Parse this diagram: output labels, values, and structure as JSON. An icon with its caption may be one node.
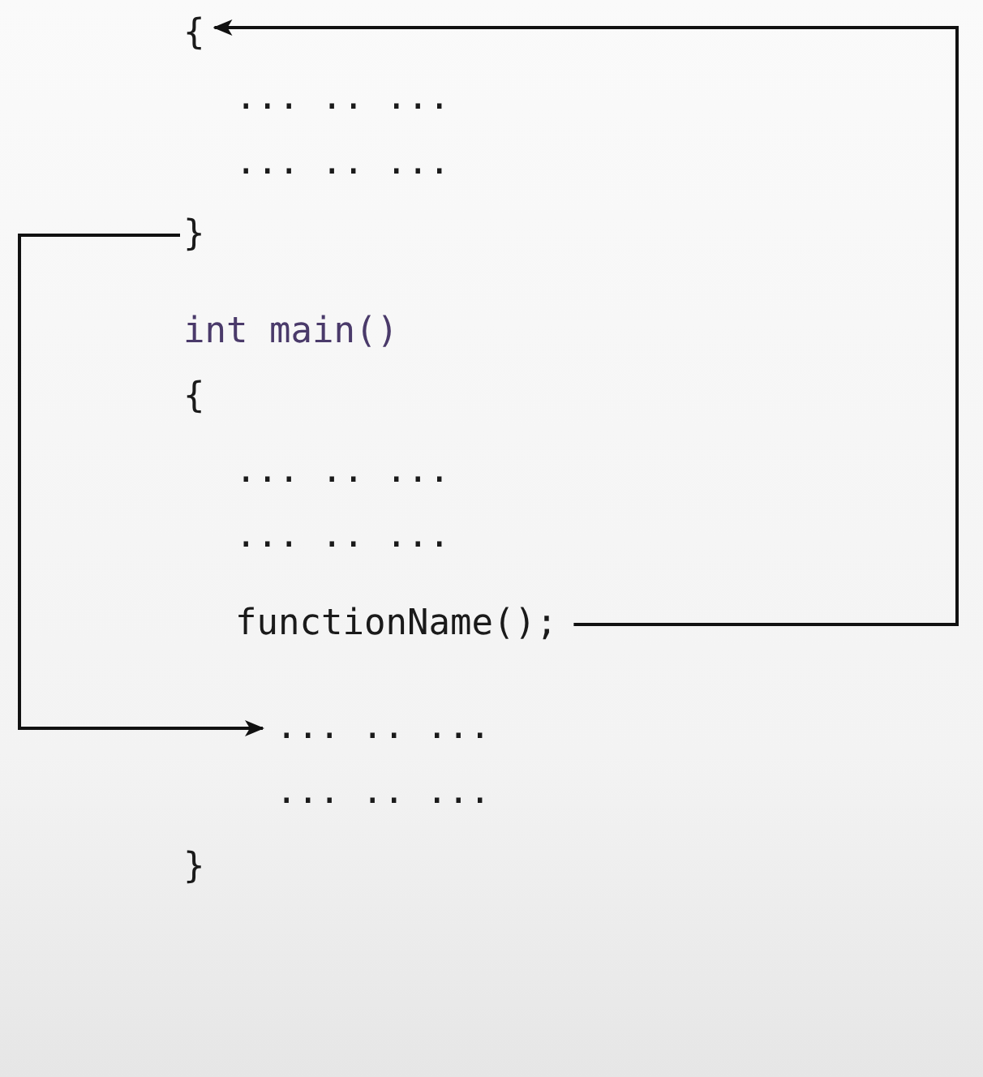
{
  "diagram": {
    "nodes": [
      {
        "text": [
          "{"
        ]
      },
      {
        "text": [
          "}"
        ]
      },
      {
        "text": [
          "functionName();"
        ]
      },
      {
        "text": [
          "... .. ..."
        ]
      }
    ],
    "edges": [
      {
        "from": 2,
        "to": 0,
        "arrow": "to"
      },
      {
        "from": 1,
        "to": 3,
        "arrow": "to"
      }
    ],
    "labels": [
      "... .. ...",
      "... .. ...",
      "int main()",
      "{",
      "... .. ...",
      "... .. ...",
      "... .. ...",
      "}"
    ]
  }
}
